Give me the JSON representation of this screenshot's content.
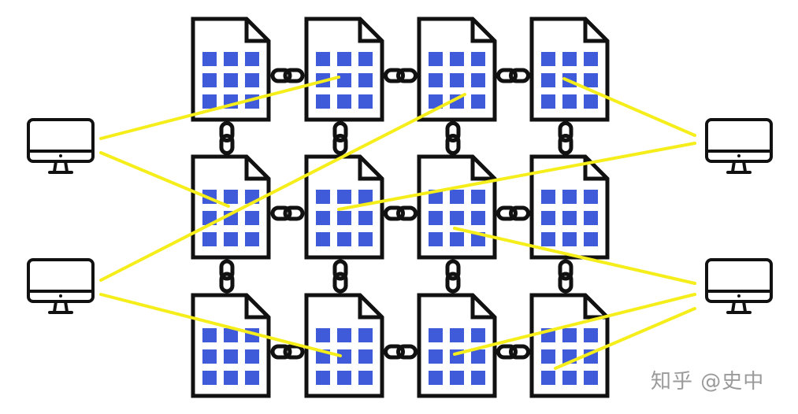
{
  "watermark": {
    "text": "知乎 @史中"
  },
  "colors": {
    "background": "#ffffff",
    "document_outline": "#111111",
    "document_cell": "#3f5bd9",
    "link_chain": "#111111",
    "connection_line": "#f5ee1b",
    "computer_outline": "#111111"
  },
  "icons": {
    "document": "document-icon",
    "chain": "chain-link-icon",
    "computer": "desktop-computer-icon"
  },
  "grid": {
    "rows": 3,
    "columns": 4
  }
}
